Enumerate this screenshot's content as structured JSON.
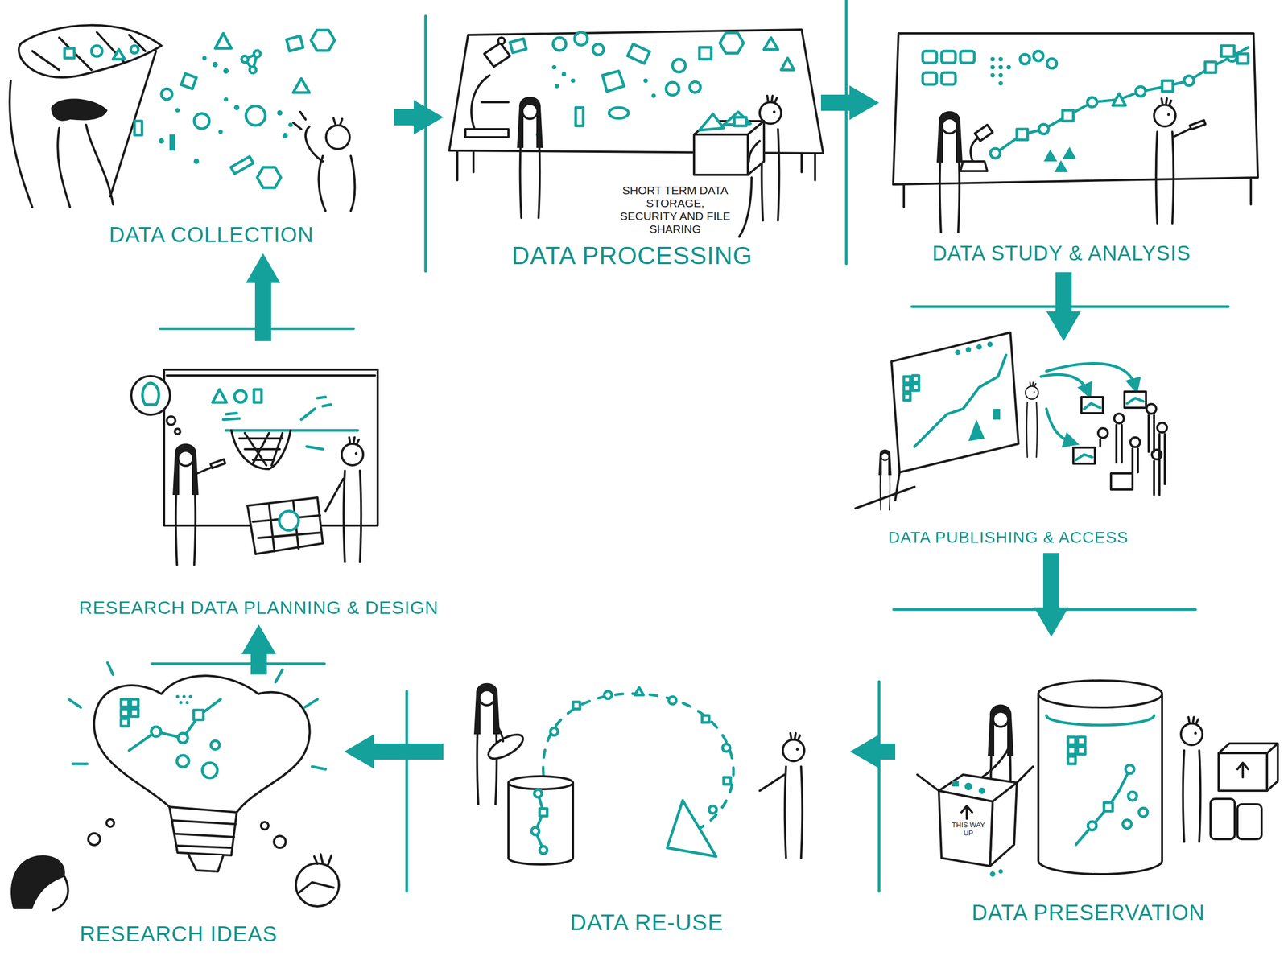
{
  "diagram": {
    "nodes": [
      {
        "text": [
          "DATA COLLECTION"
        ]
      },
      {
        "text": [
          "DATA PROCESSING"
        ]
      },
      {
        "text": [
          "DATA STUDY & ANALYSIS"
        ]
      },
      {
        "text": [
          "RESEARCH DATA PLANNING & DESIGN"
        ]
      },
      {
        "text": [
          "DATA PUBLISHING & ACCESS"
        ]
      },
      {
        "text": [
          "RESEARCH IDEAS"
        ]
      },
      {
        "text": [
          "DATA RE-USE"
        ]
      },
      {
        "text": [
          "DATA PRESERVATION"
        ]
      }
    ],
    "edges": [
      {
        "from": 0,
        "to": 1,
        "arrow": "to"
      },
      {
        "from": 1,
        "to": 2,
        "arrow": "to"
      },
      {
        "from": 2,
        "to": 4,
        "arrow": "to"
      },
      {
        "from": 4,
        "to": 7,
        "arrow": "to"
      },
      {
        "from": 7,
        "to": 6,
        "arrow": "to"
      },
      {
        "from": 6,
        "to": 5,
        "arrow": "to"
      },
      {
        "from": 5,
        "to": 3,
        "arrow": "to"
      },
      {
        "from": 3,
        "to": 0,
        "arrow": "to"
      }
    ],
    "labels": [
      "SHORT TERM DATA STORAGE, SECURITY AND FILE SHARING",
      "THIS WAY UP"
    ]
  }
}
